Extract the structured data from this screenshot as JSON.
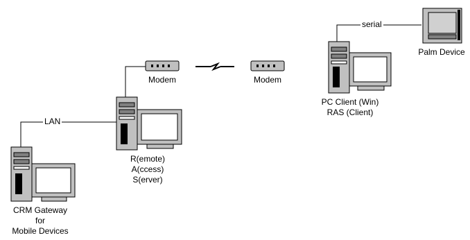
{
  "diagram": {
    "nodes": {
      "gateway": {
        "lines": [
          "CRM Gateway",
          "for",
          "Mobile Devices"
        ]
      },
      "ras": {
        "lines": [
          "R(emote)",
          "A(ccess)",
          "S(erver)"
        ]
      },
      "modem_left": {
        "label": "Modem"
      },
      "modem_right": {
        "label": "Modem"
      },
      "pc_client": {
        "lines": [
          "PC Client (Win)",
          "RAS (Client)"
        ]
      },
      "palm": {
        "label": "Palm Device"
      }
    },
    "links": {
      "lan": "LAN",
      "serial": "serial"
    },
    "colors": {
      "line": "#000000",
      "monitor_screen": "#ffffff",
      "device_body": "#c0c0c0",
      "tower_dark": "#808080",
      "palm_screen": "#d0d0d0"
    }
  }
}
